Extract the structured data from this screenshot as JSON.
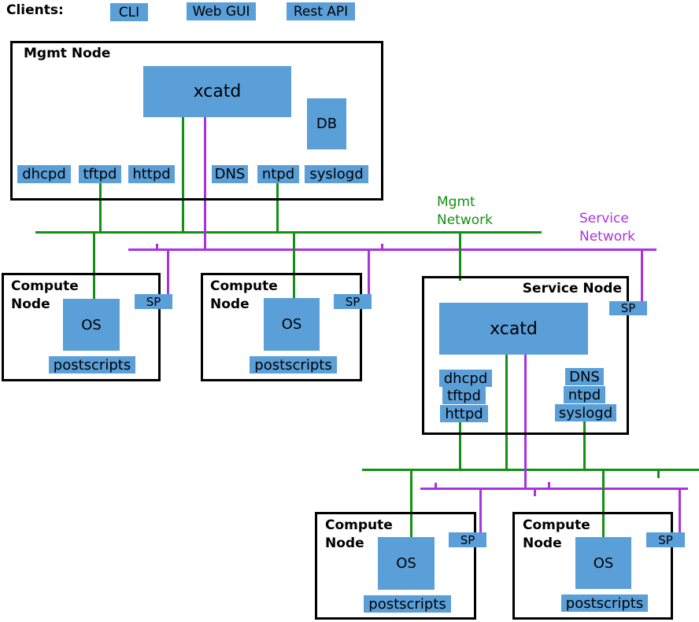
{
  "colors": {
    "node_fill_blue": "#5b9fd9",
    "mgmt_network_green": "#149114",
    "service_network_purple": "#ab32e0"
  },
  "clients": {
    "heading": "Clients:",
    "items": [
      "CLI",
      "Web GUI",
      "Rest API"
    ]
  },
  "mgmt_node": {
    "title": "Mgmt Node",
    "daemon": "xcatd",
    "database": "DB",
    "services": [
      "dhcpd",
      "tftpd",
      "httpd",
      "DNS",
      "ntpd",
      "syslogd"
    ]
  },
  "networks": {
    "mgmt": {
      "line1": "Mgmt",
      "line2": "Network"
    },
    "service": {
      "line1": "Service",
      "line2": "Network"
    }
  },
  "service_node": {
    "title": "Service Node",
    "daemon": "xcatd",
    "sp": "SP",
    "services_left": [
      "dhcpd",
      "tftpd",
      "httpd"
    ],
    "services_right": [
      "DNS",
      "ntpd",
      "syslogd"
    ]
  },
  "compute_nodes": [
    {
      "title": "Compute Node",
      "os": "OS",
      "sp": "SP",
      "postscripts": "postscripts"
    },
    {
      "title": "Compute Node",
      "os": "OS",
      "sp": "SP",
      "postscripts": "postscripts"
    },
    {
      "title": "Compute Node",
      "os": "OS",
      "sp": "SP",
      "postscripts": "postscripts"
    },
    {
      "title": "Compute Node",
      "os": "OS",
      "sp": "SP",
      "postscripts": "postscripts"
    }
  ]
}
